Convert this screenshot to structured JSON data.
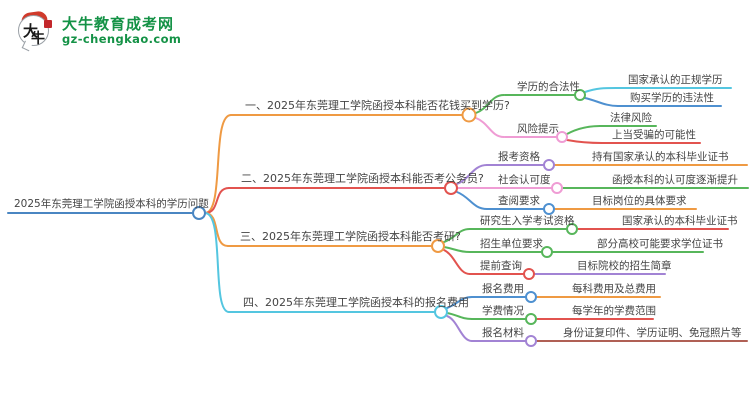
{
  "logo": {
    "icon_char_1": "大",
    "icon_char_2": "牛",
    "title": "大牛教育成考网",
    "subtitle": "gz-chengkao.com"
  },
  "palette": {
    "root_line": "#4a86c2",
    "orange": "#ef9a43",
    "red": "#e2534f",
    "green": "#57b65b",
    "cyan": "#54c6e0",
    "blue": "#4e90d0",
    "pink": "#ef9cd4",
    "purple": "#a283d4",
    "maroon": "#b06055",
    "text": "#444444",
    "logo_green": "#149246"
  },
  "mindmap": {
    "root": "2025年东莞理工学院函授本科的学历问题",
    "branches": [
      {
        "label": "一、2025年东莞理工学院函授本科能否花钱买到学历?",
        "children": [
          {
            "label": "学历的合法性",
            "children": [
              {
                "label": "国家承认的正规学历"
              },
              {
                "label": "购买学历的违法性"
              }
            ]
          },
          {
            "label": "风险提示",
            "children": [
              {
                "label": "法律风险"
              },
              {
                "label": "上当受骗的可能性"
              }
            ]
          }
        ]
      },
      {
        "label": "二、2025年东莞理工学院函授本科能否考公务员?",
        "children": [
          {
            "label": "报考资格",
            "children": [
              {
                "label": "持有国家承认的本科毕业证书"
              }
            ]
          },
          {
            "label": "社会认可度",
            "children": [
              {
                "label": "函授本科的认可度逐渐提升"
              }
            ]
          },
          {
            "label": "查阅要求",
            "children": [
              {
                "label": "目标岗位的具体要求"
              }
            ]
          }
        ]
      },
      {
        "label": "三、2025年东莞理工学院函授本科能否考研?",
        "children": [
          {
            "label": "研究生入学考试资格",
            "children": [
              {
                "label": "国家承认的本科毕业证书"
              }
            ]
          },
          {
            "label": "招生单位要求",
            "children": [
              {
                "label": "部分高校可能要求学位证书"
              }
            ]
          },
          {
            "label": "提前查询",
            "children": [
              {
                "label": "目标院校的招生简章"
              }
            ]
          }
        ]
      },
      {
        "label": "四、2025年东莞理工学院函授本科的报名费用",
        "children": [
          {
            "label": "报名费用",
            "children": [
              {
                "label": "每科费用及总费用"
              }
            ]
          },
          {
            "label": "学费情况",
            "children": [
              {
                "label": "每学年的学费范围"
              }
            ]
          },
          {
            "label": "报名材料",
            "children": [
              {
                "label": "身份证复印件、学历证明、免冠照片等"
              }
            ]
          }
        ]
      }
    ]
  }
}
